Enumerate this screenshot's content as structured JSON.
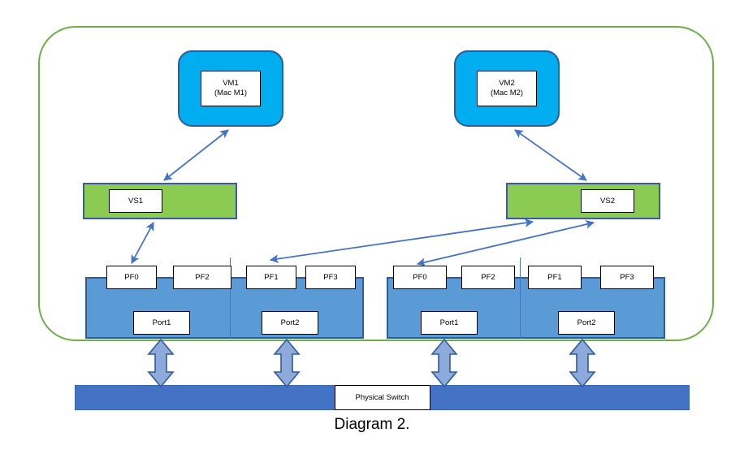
{
  "diagram": {
    "caption": "Diagram 2.",
    "colors": {
      "vm_fill": "#00AEEF",
      "vm_stroke": "#2E5B9B",
      "vswitch_fill": "#8CCB51",
      "vswitch_stroke": "#3A5BA0",
      "nic_fill": "#5B9BD5",
      "nic_stroke": "#2E5B9B",
      "switch_fill": "#4472C4",
      "host_boundary": "#70AD47",
      "arrow_line": "#4472C4",
      "arrow_block_fill": "#8EAADB"
    },
    "vms": [
      {
        "name": "VM1",
        "mac": "(Mac M1)"
      },
      {
        "name": "VM2",
        "mac": "(Mac M2)"
      }
    ],
    "vswitches": [
      {
        "label": "VS1"
      },
      {
        "label": "VS2"
      }
    ],
    "nics": [
      {
        "name": "nic-left",
        "pfs": [
          "PF0",
          "PF2",
          "PF1",
          "PF3"
        ],
        "ports": [
          "Port1",
          "Port2"
        ]
      },
      {
        "name": "nic-right",
        "pfs": [
          "PF0",
          "PF2",
          "PF1",
          "PF3"
        ],
        "ports": [
          "Port1",
          "Port2"
        ]
      }
    ],
    "physical_switch": {
      "label": "Physical Switch"
    }
  }
}
